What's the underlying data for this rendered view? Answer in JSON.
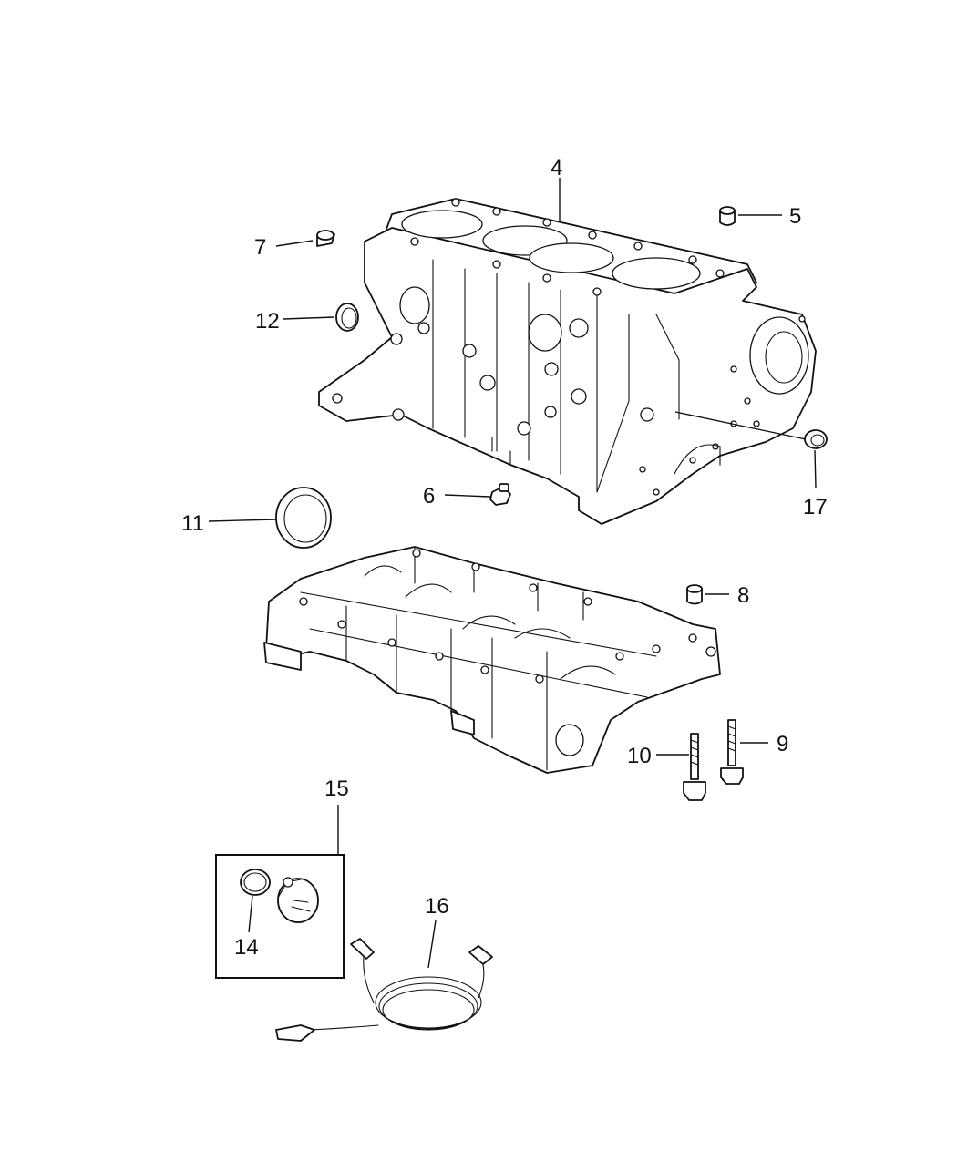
{
  "callouts": {
    "c4": "4",
    "c5": "5",
    "c6": "6",
    "c7": "7",
    "c8": "8",
    "c9": "9",
    "c10": "10",
    "c11": "11",
    "c12": "12",
    "c14": "14",
    "c15": "15",
    "c16": "16",
    "c17": "17"
  }
}
